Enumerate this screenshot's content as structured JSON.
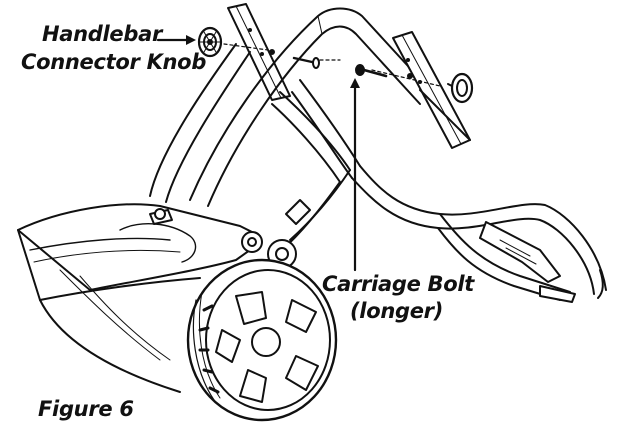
{
  "labels": {
    "knob_line1": "Handlebar",
    "knob_line2": "Connector Knob",
    "bolt_line1": "Carriage Bolt",
    "bolt_line2": "(longer)",
    "figure": "Figure 6"
  },
  "icons": {
    "knob": "handlebar-connector-knob-icon",
    "bolt": "carriage-bolt-icon"
  },
  "colors": {
    "line": "#111111",
    "background": "#ffffff"
  }
}
